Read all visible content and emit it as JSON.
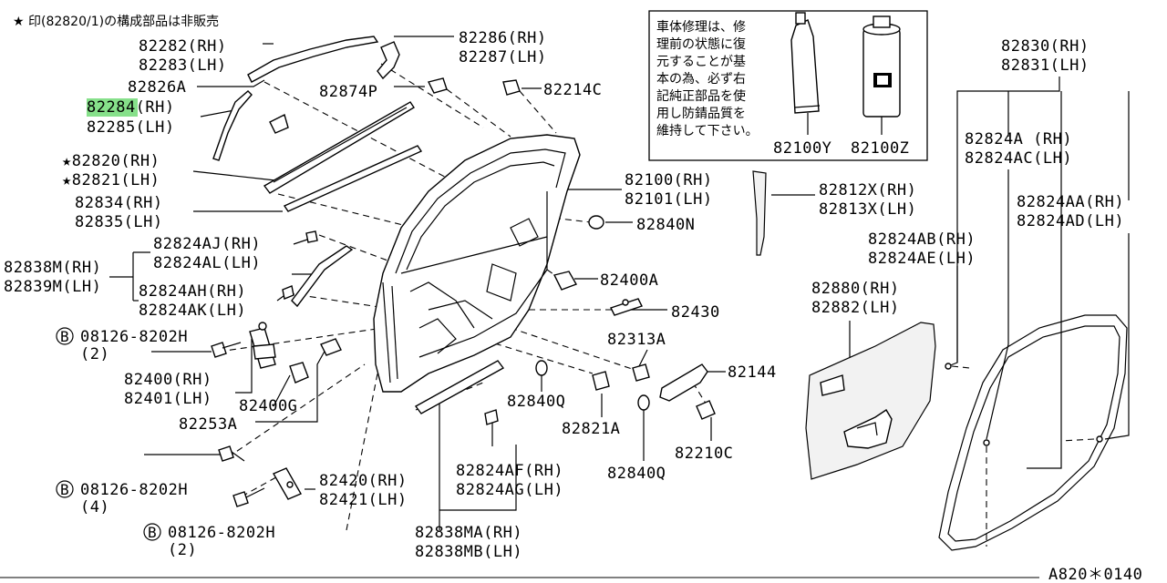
{
  "header_note": "★ 印(82820/1)の構成部品は非販売",
  "drawing_code": "A820＊0140",
  "repair_box": {
    "text_lines": [
      "車体修理は、修",
      "理前の状態に復",
      "元することが基",
      "本の為、必ず右",
      "記純正部品を使",
      "用し防錆品質を",
      "維持して下さい。"
    ],
    "parts": [
      "82100Y",
      "82100Z"
    ]
  },
  "highlight_color": "#86e08a",
  "labels": {
    "l82282": "82282(RH)",
    "l82283": "82283(LH)",
    "l82826A": "82826A",
    "l82284_hl": "8228",
    "l82284_rest": "4(RH)",
    "l82285": "82285(LH)",
    "l82820": "★82820(RH)",
    "l82821": "★82821(LH)",
    "l82834": "82834(RH)",
    "l82835": "82835(LH)",
    "l82838M": "82838M(RH)",
    "l82839M": "82839M(LH)",
    "l82824AJ": "82824AJ(RH)",
    "l82824AL": "82824AL(LH)",
    "l82824AH": "82824AH(RH)",
    "l82824AK": "82824AK(LH)",
    "b1_num": "08126-8202H",
    "b1_qty": "(2)",
    "l82400": "82400(RH)",
    "l82401": "82401(LH)",
    "l82400G": "82400G",
    "l82253A": "82253A",
    "b2_num": "08126-8202H",
    "b2_qty": "(4)",
    "b3_num": "08126-8202H",
    "b3_qty": "(2)",
    "l82420": "82420(RH)",
    "l82421": "82421(LH)",
    "l82838MA": "82838MA(RH)",
    "l82838MB": "82838MB(LH)",
    "l82824AF": "82824AF(RH)",
    "l82824AG": "82824AG(LH)",
    "l82840Q_a": "82840Q",
    "l82821A": "82821A",
    "l82840Q_b": "82840Q",
    "l82210C": "82210C",
    "l82313A": "82313A",
    "l82144": "82144",
    "l82430": "82430",
    "l82400A": "82400A",
    "l82840N": "82840N",
    "l82100": "82100(RH)",
    "l82101": "82101(LH)",
    "l82286": "82286(RH)",
    "l82287": "82287(LH)",
    "l82874P": "82874P",
    "l82214C": "82214C",
    "l82812X": "82812X(RH)",
    "l82813X": "82813X(LH)",
    "l82880": "82880(RH)",
    "l82882": "82882(LH)",
    "l82830": "82830(RH)",
    "l82831": "82831(LH)",
    "l82824A": "82824A (RH)",
    "l82824AC": "82824AC(LH)",
    "l82824AA": "82824AA(RH)",
    "l82824AD": "82824AD(LH)",
    "l82824AB": "82824AB(RH)",
    "l82824AE": "82824AE(LH)"
  }
}
